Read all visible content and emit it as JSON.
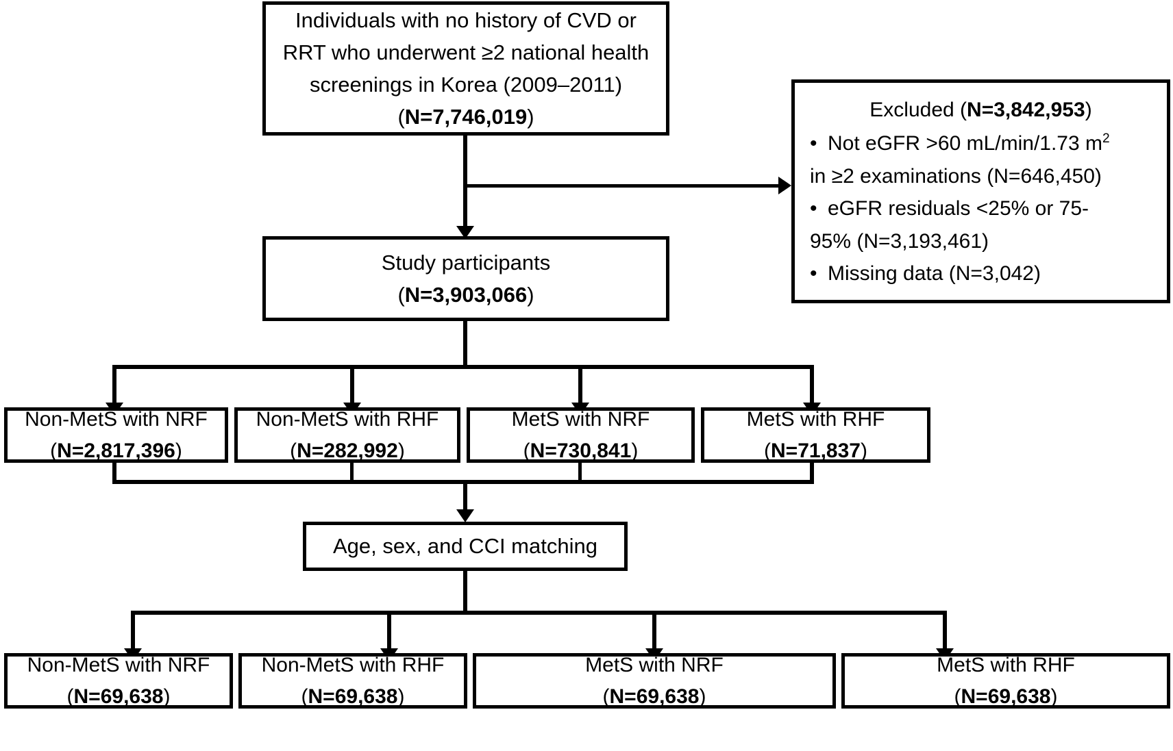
{
  "figure": {
    "type": "flowchart",
    "title": "Study population selection flow diagram",
    "stroke_color": "#000000",
    "background_color": "#ffffff"
  },
  "nodes": {
    "source": {
      "line1": "Individuals with no history of CVD or",
      "line2": "RRT who underwent ≥2 national health",
      "line3": "screenings in Korea (2009–2011)",
      "count_open": "(",
      "count_bold": "N=7,746,019",
      "count_close": ")"
    },
    "excluded": {
      "title_prefix": "Excluded (",
      "title_bold": "N=3,842,953",
      "title_suffix": ")",
      "bullets": [
        {
          "marker": "•",
          "line1_pre": "Not eGFR >60 mL/min/1.73 m",
          "line1_sup": "2",
          "line2": "in ≥2 examinations (N=646,450)"
        },
        {
          "marker": "•",
          "line1_pre": "eGFR residuals <25% or 75-",
          "line1_sup": "",
          "line2": "95% (N=3,193,461)"
        },
        {
          "marker": "•",
          "line1_pre": "Missing data (N=3,042)",
          "line1_sup": "",
          "line2": ""
        }
      ]
    },
    "participants": {
      "line1": "Study participants",
      "count_open": "(",
      "count_bold": "N=3,903,066",
      "count_close": ")"
    },
    "matching": {
      "line1": "Age, sex, and CCI matching"
    }
  },
  "groups_before_matching": [
    {
      "label": "Non-MetS with NRF",
      "count_open": "(",
      "count_bold": "N=2,817,396",
      "count_close": ")"
    },
    {
      "label": "Non-MetS with RHF",
      "count_open": "(",
      "count_bold": "N=282,992",
      "count_close": ")"
    },
    {
      "label": "MetS with NRF",
      "count_open": "(",
      "count_bold": "N=730,841",
      "count_close": ")"
    },
    {
      "label": "MetS with RHF",
      "count_open": "(",
      "count_bold": "N=71,837",
      "count_close": ")"
    }
  ],
  "groups_after_matching": [
    {
      "label": "Non-MetS with NRF",
      "count_open": "(",
      "count_bold": "N=69,638",
      "count_close": ")"
    },
    {
      "label": "Non-MetS with RHF",
      "count_open": "(",
      "count_bold": "N=69,638",
      "count_close": ")"
    },
    {
      "label": "MetS with NRF",
      "count_open": "(",
      "count_bold": "N=69,638",
      "count_close": ")"
    },
    {
      "label": "MetS with RHF",
      "count_open": "(",
      "count_bold": "N=69,638",
      "count_close": ")"
    }
  ]
}
